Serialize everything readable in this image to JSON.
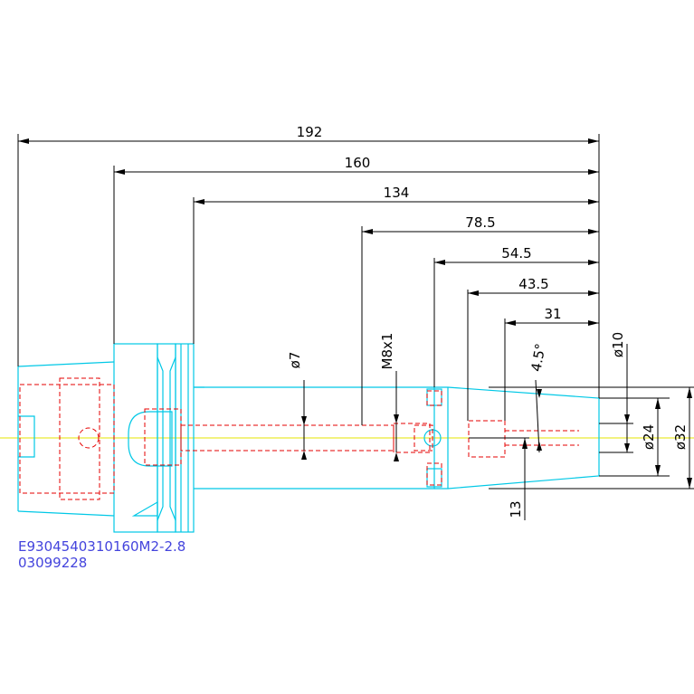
{
  "dimensions": {
    "d192": "192",
    "d160": "160",
    "d134": "134",
    "d78_5": "78.5",
    "d54_5": "54.5",
    "d43_5": "43.5",
    "d31": "31",
    "phi7": "ø7",
    "m8x1": "M8x1",
    "angle": "4.5°",
    "phi10": "ø10",
    "phi24": "ø24",
    "phi32": "ø32",
    "d13": "13"
  },
  "part": {
    "code": "E9304540310160M2-2.8",
    "number": "03099228"
  },
  "colors": {
    "outline": "#00c8e6",
    "hidden": "#e60000",
    "centerline": "#e6e600",
    "dimension": "#000000",
    "label": "#4444dd"
  }
}
